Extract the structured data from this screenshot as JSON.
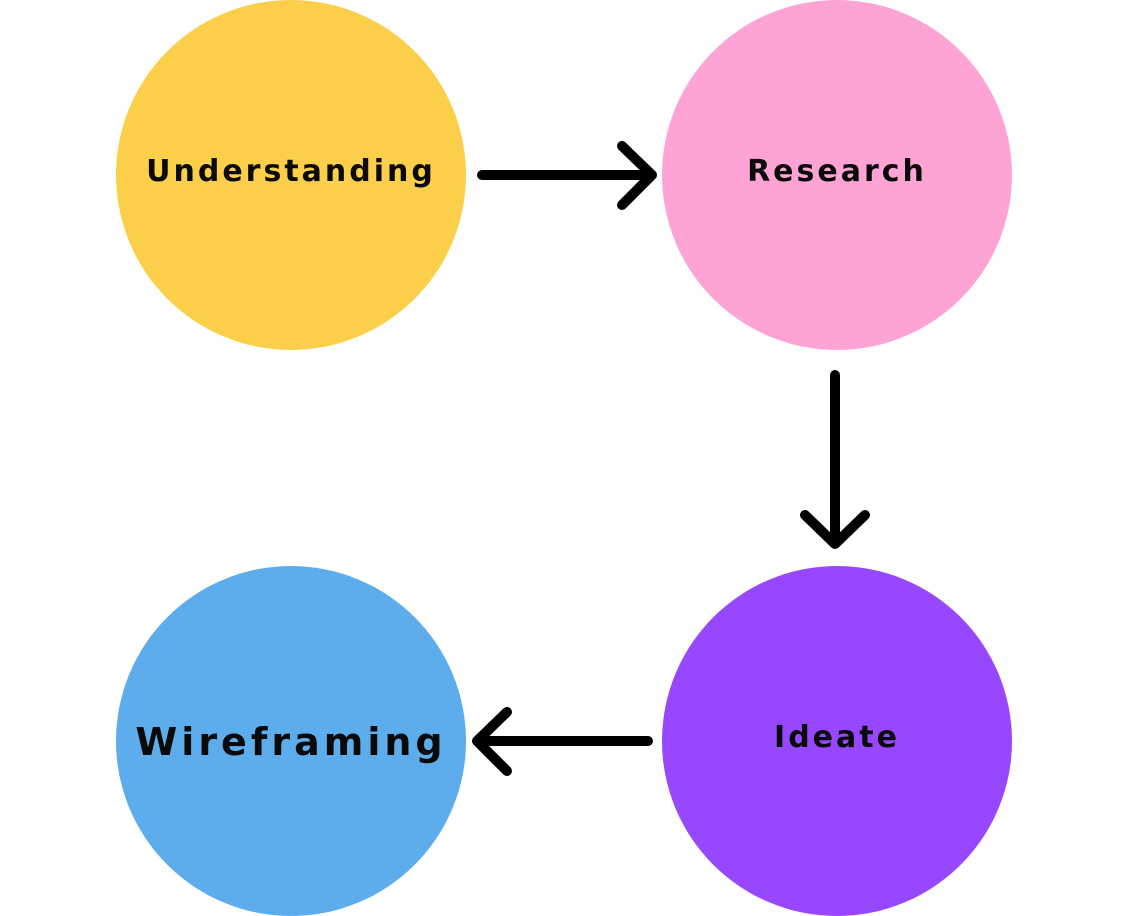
{
  "nodes": [
    {
      "id": "understanding",
      "label": "Understanding",
      "color": "#FCCF4A"
    },
    {
      "id": "research",
      "label": "Research",
      "color": "#FDA4D5"
    },
    {
      "id": "ideate",
      "label": "Ideate",
      "color": "#9747FE"
    },
    {
      "id": "wireframing",
      "label": "Wireframing",
      "color": "#5DADEC"
    }
  ],
  "edges": [
    {
      "from": "understanding",
      "to": "research"
    },
    {
      "from": "research",
      "to": "ideate"
    },
    {
      "from": "ideate",
      "to": "wireframing"
    }
  ],
  "colors": {
    "arrow": "#000000",
    "text": "#0a0a0a",
    "background": "#ffffff"
  }
}
